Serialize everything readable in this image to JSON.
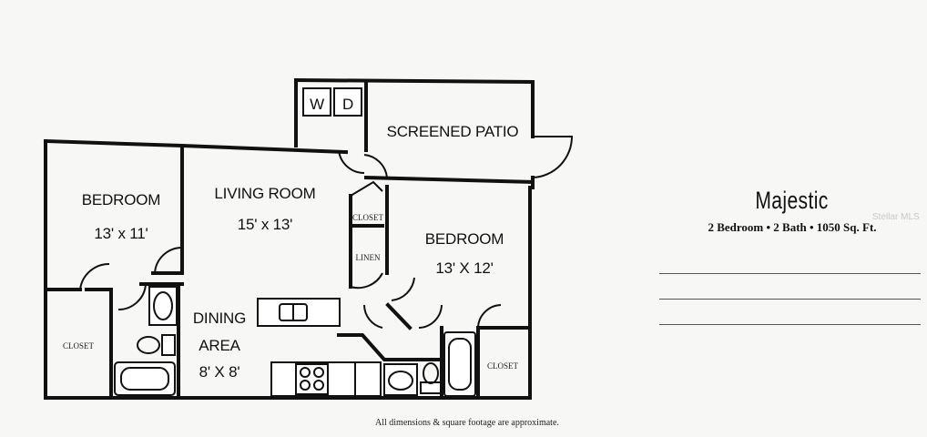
{
  "plan": {
    "name": "Majestic",
    "details": "2 Bedroom • 2 Bath • 1050 Sq. Ft.",
    "watermark": "Stellar MLS",
    "footnote": "All dimensions & square footage are approximate."
  },
  "rooms": {
    "bedroom_left": {
      "label": "BEDROOM",
      "dims": "13' x 11'"
    },
    "living_room": {
      "label": "LIVING ROOM",
      "dims": "15' x 13'"
    },
    "screened_patio": {
      "label": "SCREENED PATIO"
    },
    "bedroom_right": {
      "label": "BEDROOM",
      "dims": "13' X 12'"
    },
    "dining_area": {
      "label": "DINING",
      "label2": "AREA",
      "dims": "8' X 8'"
    },
    "closet_left": {
      "label": "CLOSET"
    },
    "closet_right": {
      "label": "CLOSET"
    },
    "closet_hall": {
      "label": "CLOSET"
    },
    "linen": {
      "label": "LINEN"
    },
    "washer": {
      "label": "W"
    },
    "dryer": {
      "label": "D"
    }
  }
}
